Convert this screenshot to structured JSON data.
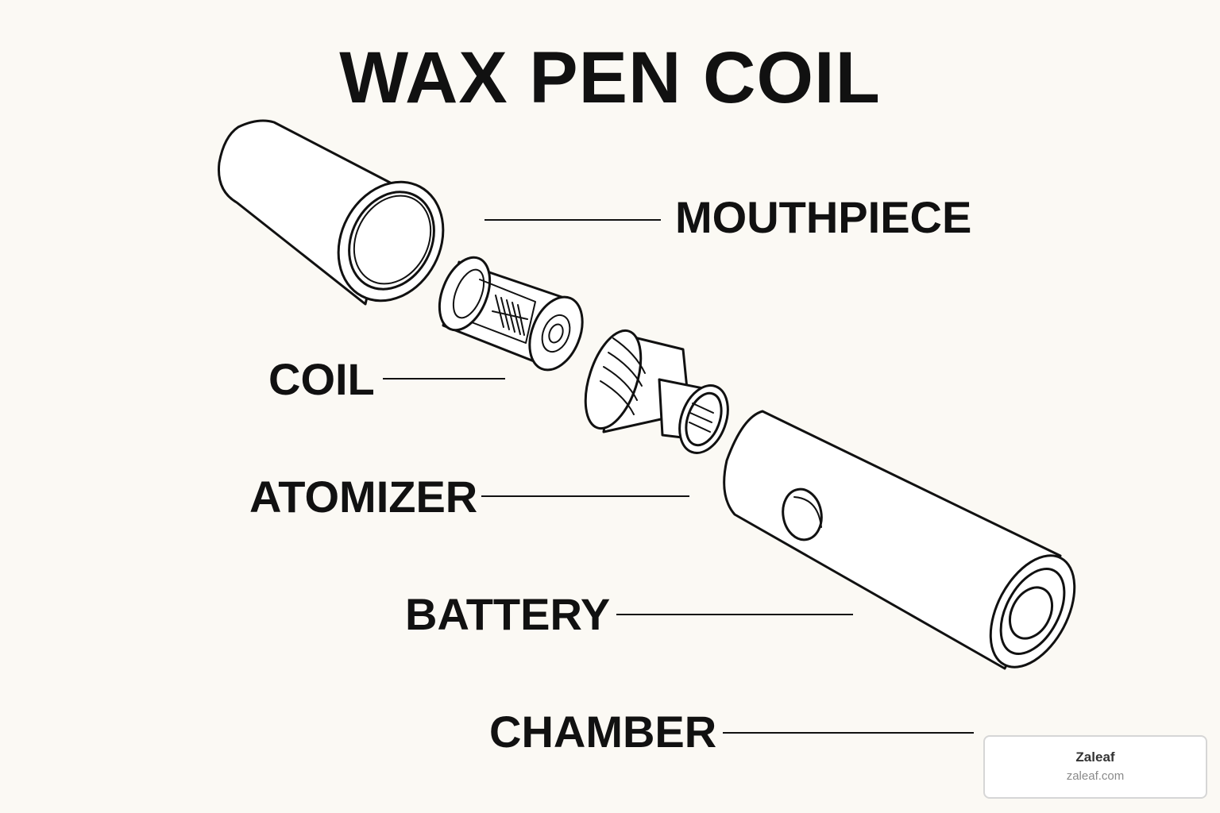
{
  "title": "WAX PEN COIL",
  "labels": {
    "mouthpiece": "MOUTHPIECE",
    "coil": "COIL",
    "atomizer": "ATOMIZER",
    "battery": "BATTERY",
    "chamber": "CHAMBER"
  },
  "credit": {
    "name": "Zaleaf",
    "url": "zaleaf.com"
  },
  "colors": {
    "background": "#fbf9f4",
    "ink": "#111111"
  }
}
